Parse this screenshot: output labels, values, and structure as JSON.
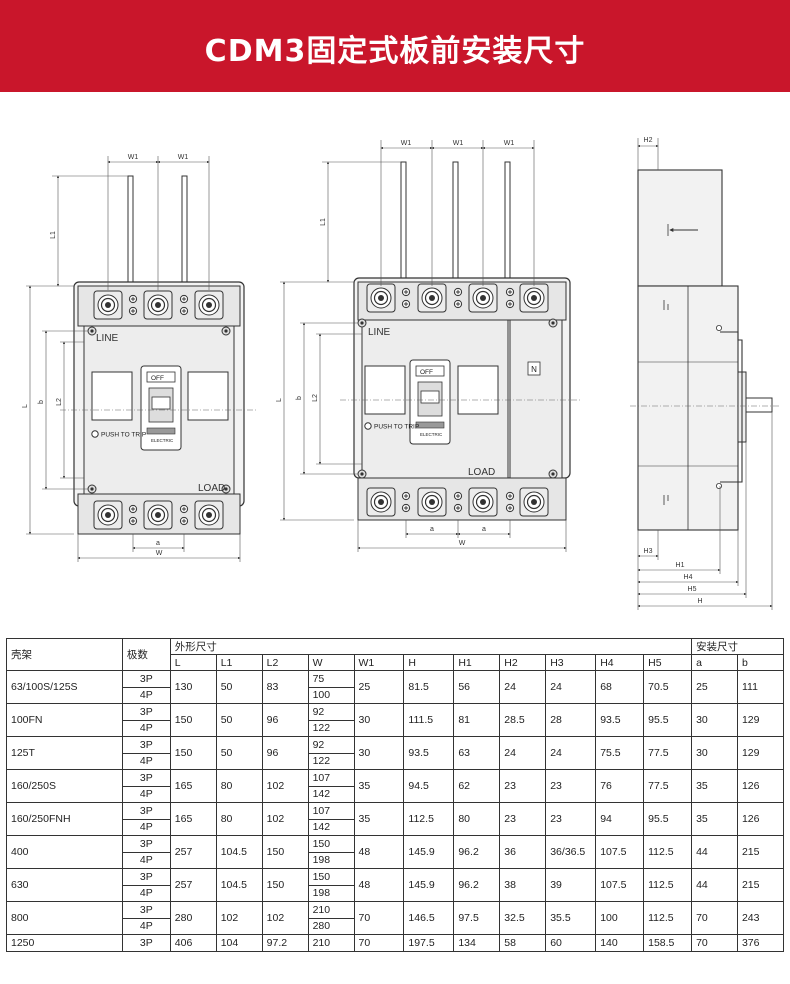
{
  "banner": {
    "title": "CDM3固定式板前安装尺寸"
  },
  "drawing": {
    "front3p": {
      "dims": {
        "w1a": "W1",
        "w1b": "W1",
        "l1": "L1",
        "l": "L",
        "b": "b",
        "l2": "L2",
        "a": "a",
        "w": "W"
      },
      "labels": {
        "line": "LINE",
        "load": "LOAD",
        "push": "PUSH TO TRIP",
        "off": "OFF",
        "brand": "ELECTRIC"
      }
    },
    "front4p": {
      "dims": {
        "w1a": "W1",
        "w1b": "W1",
        "w1c": "W1",
        "l1": "L1",
        "l": "L",
        "b": "b",
        "l2": "L2",
        "a1": "a",
        "a2": "a",
        "w": "W"
      },
      "labels": {
        "line": "LINE",
        "load": "LOAD",
        "push": "PUSH TO TRIP",
        "off": "OFF",
        "brand": "ELECTRIC",
        "n": "N"
      }
    },
    "side": {
      "dims": {
        "h2": "H2",
        "h3": "H3",
        "h1": "H1",
        "h4": "H4",
        "h5": "H5",
        "h": "H"
      }
    }
  },
  "table": {
    "headers": {
      "frame": "壳架",
      "poles": "极数",
      "outline": "外形尺寸",
      "mounting": "安装尺寸",
      "cols": [
        "L",
        "L1",
        "L2",
        "W",
        "W1",
        "H",
        "H1",
        "H2",
        "H3",
        "H4",
        "H5",
        "a",
        "b"
      ]
    },
    "rows": [
      {
        "frame": "63/100S/125S",
        "poles": [
          "3P",
          "4P"
        ],
        "L": "130",
        "L1": "50",
        "L2": "83",
        "W": [
          "75",
          "100"
        ],
        "W1": "25",
        "H": "81.5",
        "H1": "56",
        "H2": "24",
        "H3": "24",
        "H4": "68",
        "H5": "70.5",
        "a": "25",
        "b": "111"
      },
      {
        "frame": "100FN",
        "poles": [
          "3P",
          "4P"
        ],
        "L": "150",
        "L1": "50",
        "L2": "96",
        "W": [
          "92",
          "122"
        ],
        "W1": "30",
        "H": "111.5",
        "H1": "81",
        "H2": "28.5",
        "H3": "28",
        "H4": "93.5",
        "H5": "95.5",
        "a": "30",
        "b": "129"
      },
      {
        "frame": "125T",
        "poles": [
          "3P",
          "4P"
        ],
        "L": "150",
        "L1": "50",
        "L2": "96",
        "W": [
          "92",
          "122"
        ],
        "W1": "30",
        "H": "93.5",
        "H1": "63",
        "H2": "24",
        "H3": "24",
        "H4": "75.5",
        "H5": "77.5",
        "a": "30",
        "b": "129"
      },
      {
        "frame": "160/250S",
        "poles": [
          "3P",
          "4P"
        ],
        "L": "165",
        "L1": "80",
        "L2": "102",
        "W": [
          "107",
          "142"
        ],
        "W1": "35",
        "H": "94.5",
        "H1": "62",
        "H2": "23",
        "H3": "23",
        "H4": "76",
        "H5": "77.5",
        "a": "35",
        "b": "126"
      },
      {
        "frame": "160/250FNH",
        "poles": [
          "3P",
          "4P"
        ],
        "L": "165",
        "L1": "80",
        "L2": "102",
        "W": [
          "107",
          "142"
        ],
        "W1": "35",
        "H": "112.5",
        "H1": "80",
        "H2": "23",
        "H3": "23",
        "H4": "94",
        "H5": "95.5",
        "a": "35",
        "b": "126"
      },
      {
        "frame": "400",
        "poles": [
          "3P",
          "4P"
        ],
        "L": "257",
        "L1": "104.5",
        "L2": "150",
        "W": [
          "150",
          "198"
        ],
        "W1": "48",
        "H": "145.9",
        "H1": "96.2",
        "H2": "36",
        "H3": "36/36.5",
        "H4": "107.5",
        "H5": "112.5",
        "a": "44",
        "b": "215"
      },
      {
        "frame": "630",
        "poles": [
          "3P",
          "4P"
        ],
        "L": "257",
        "L1": "104.5",
        "L2": "150",
        "W": [
          "150",
          "198"
        ],
        "W1": "48",
        "H": "145.9",
        "H1": "96.2",
        "H2": "38",
        "H3": "39",
        "H4": "107.5",
        "H5": "112.5",
        "a": "44",
        "b": "215"
      },
      {
        "frame": "800",
        "poles": [
          "3P",
          "4P"
        ],
        "L": "280",
        "L1": "102",
        "L2": "102",
        "W": [
          "210",
          "280"
        ],
        "W1": "70",
        "H": "146.5",
        "H1": "97.5",
        "H2": "32.5",
        "H3": "35.5",
        "H4": "100",
        "H5": "112.5",
        "a": "70",
        "b": "243"
      },
      {
        "frame": "1250",
        "poles": [
          "3P"
        ],
        "L": "406",
        "L1": "104",
        "L2": "97.2",
        "W": [
          "210"
        ],
        "W1": "70",
        "H": "197.5",
        "H1": "134",
        "H2": "58",
        "H3": "60",
        "H4": "140",
        "H5": "158.5",
        "a": "70",
        "b": "376"
      }
    ]
  }
}
